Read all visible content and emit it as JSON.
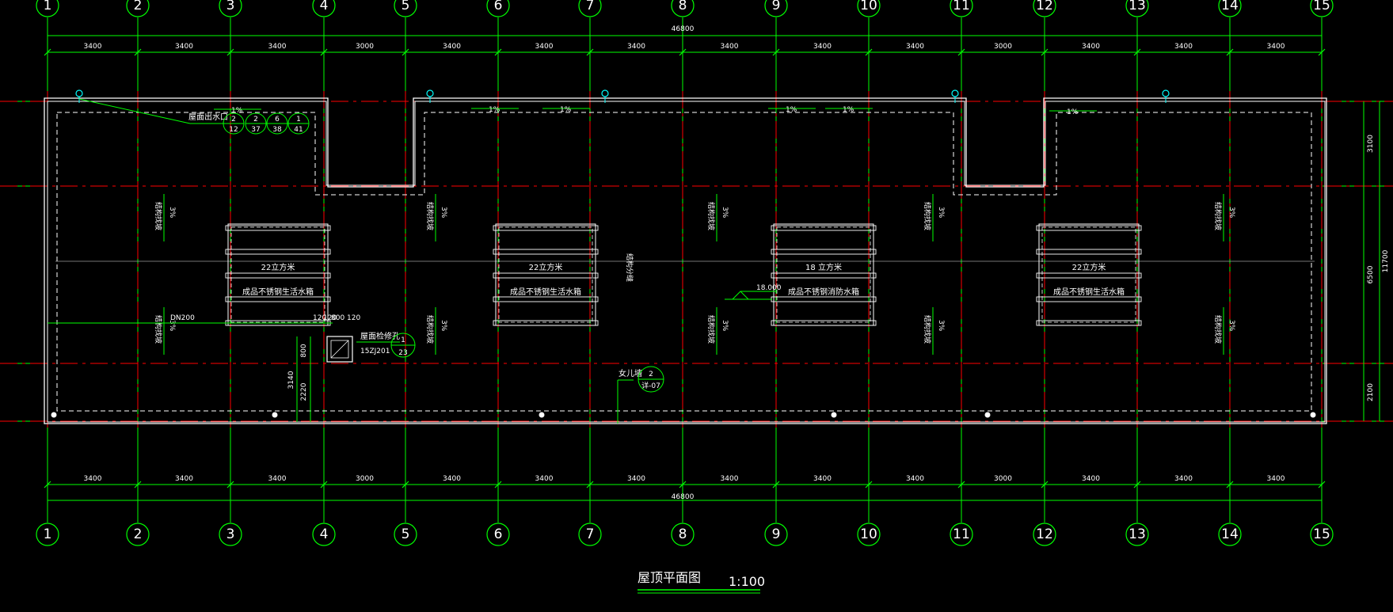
{
  "drawing": {
    "title": "屋顶平面图",
    "scale": "1:100"
  },
  "axes": [
    "1",
    "2",
    "3",
    "4",
    "5",
    "6",
    "7",
    "8",
    "9",
    "10",
    "11",
    "12",
    "13",
    "14",
    "15"
  ],
  "dimensions": {
    "top_spans": [
      "3400",
      "3400",
      "3400",
      "3000",
      "3400",
      "3400",
      "3400",
      "3400",
      "3400",
      "3400",
      "3000",
      "3400",
      "3400",
      "3400"
    ],
    "bottom_spans": [
      "3400",
      "3400",
      "3400",
      "3000",
      "3400",
      "3400",
      "3400",
      "3400",
      "3400",
      "3400",
      "3000",
      "3400",
      "3400",
      "3400"
    ],
    "total_top": "46800",
    "total_bottom": "46800",
    "right_dims": [
      "3100",
      "6500",
      "2100"
    ],
    "right_total": "11700",
    "left_dims": [
      "800",
      "2220",
      "3140"
    ],
    "hole_dims": [
      "120",
      "800",
      "120"
    ],
    "parapet_dim": "120"
  },
  "tanks": [
    {
      "volume": "22立方米",
      "name": "成品不锈钢生活水箱"
    },
    {
      "volume": "22立方米",
      "name": "成品不锈钢生活水箱"
    },
    {
      "volume": "18 立方米",
      "name": "成品不锈钢消防水箱"
    },
    {
      "volume": "22立方米",
      "name": "成品不锈钢生活水箱"
    }
  ],
  "annotations": {
    "roof_outlet": "屋面出水口",
    "roof_hatch": "屋面检修孔",
    "hatch_ref": "15ZJ201",
    "parapet": "女儿墙",
    "slope": "1%",
    "structure_slope": "结构找坡",
    "structure_pct": "3%",
    "elevation": "18.000",
    "dn": "DN200",
    "center_label": "结构分缝",
    "outlet_refs_top": [
      "2",
      "2",
      "6",
      "1"
    ],
    "outlet_refs_bottom": [
      "12",
      "37",
      "38",
      "41"
    ],
    "hatch_detail_top": "1",
    "hatch_detail_bottom": "23",
    "parapet_detail_top": "2",
    "parapet_detail_bottom": "详-07"
  },
  "colors": {
    "background": "#000000",
    "axis_line": "#00ff00",
    "center_line": "#ff0000",
    "wall": "#ffffff",
    "text": "#ffffff",
    "dim_line": "#00ff00",
    "tank_stroke": "#ffffff",
    "drain": "#00ffff"
  }
}
